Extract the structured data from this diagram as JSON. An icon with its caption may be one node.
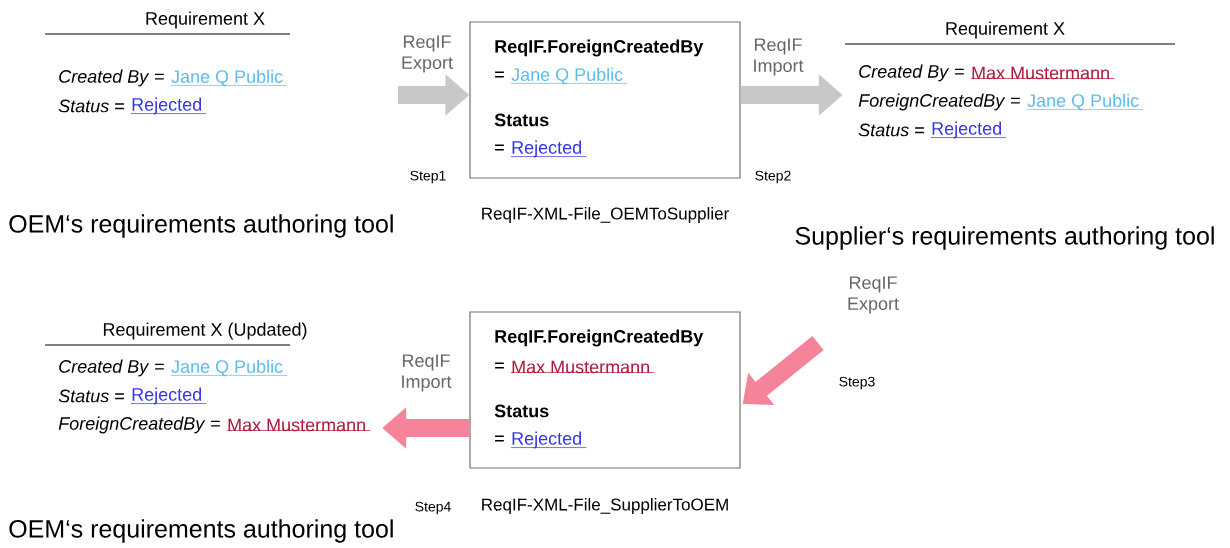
{
  "diagram": {
    "nodes": [
      {
        "text": [
          "Requirement X",
          "*Created By* =",
          "Jane Q Public",
          "*Status* =",
          "Rejected"
        ]
      },
      {
        "text": [
          "ReqIF.ForeignCreatedBy",
          "=",
          "Jane Q Public",
          "Status",
          "=",
          "Rejected"
        ],
        "beside": [
          "ReqIF-XML-File_OEMToSupplier"
        ]
      },
      {
        "text": [
          "Requirement X",
          "*Created By* =",
          "Max Mustermann",
          "*ForeignCreatedBy* =",
          "Jane Q Public",
          "*Status* =",
          "Rejected"
        ],
        "beside": [
          "Supplier‘s requirements authoring tool"
        ]
      },
      {
        "text": [
          "ReqIF.ForeignCreatedBy",
          "=",
          "Max Mustermann",
          "Status",
          "=",
          "Rejected"
        ],
        "beside": [
          "ReqIF-XML-File_SupplierToOEM"
        ]
      },
      {
        "text": [
          "Requirement X (Updated)",
          "*Created By* =",
          "Jane Q Public",
          "*Status* =",
          "Rejected",
          "*ForeignCreatedBy* =",
          "Max Mustermann"
        ],
        "beside": [
          "OEM‘s requirements authoring tool"
        ]
      }
    ],
    "edges": [
      {
        "from": null,
        "to": 1,
        "arrow": "to",
        "label": "ReqIF Export",
        "color": "#c8c8c8"
      },
      {
        "from": 1,
        "to": 2,
        "arrow": "to",
        "label": "ReqIF Import",
        "color": "#c8c8c8"
      },
      {
        "from": null,
        "to": 3,
        "arrow": "to",
        "label": "ReqIF Export",
        "color": "#f5849a"
      },
      {
        "from": 3,
        "to": 4,
        "arrow": "to",
        "label": "ReqIF Import",
        "color": "#f5849a"
      }
    ],
    "labels": [
      "Step1",
      "Step2",
      "OEM‘s requirements authoring tool",
      "Step3",
      "Step4"
    ]
  }
}
